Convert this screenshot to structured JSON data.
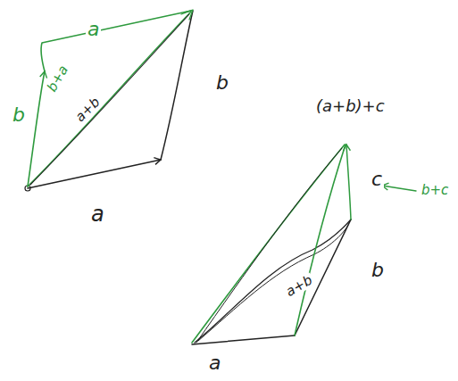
{
  "diagram": {
    "labels": [
      "a",
      "b",
      "b+a",
      "a+b",
      "b",
      "a",
      "(a+b)+c",
      "c",
      "b+c",
      "b",
      "a+b",
      "a"
    ]
  }
}
